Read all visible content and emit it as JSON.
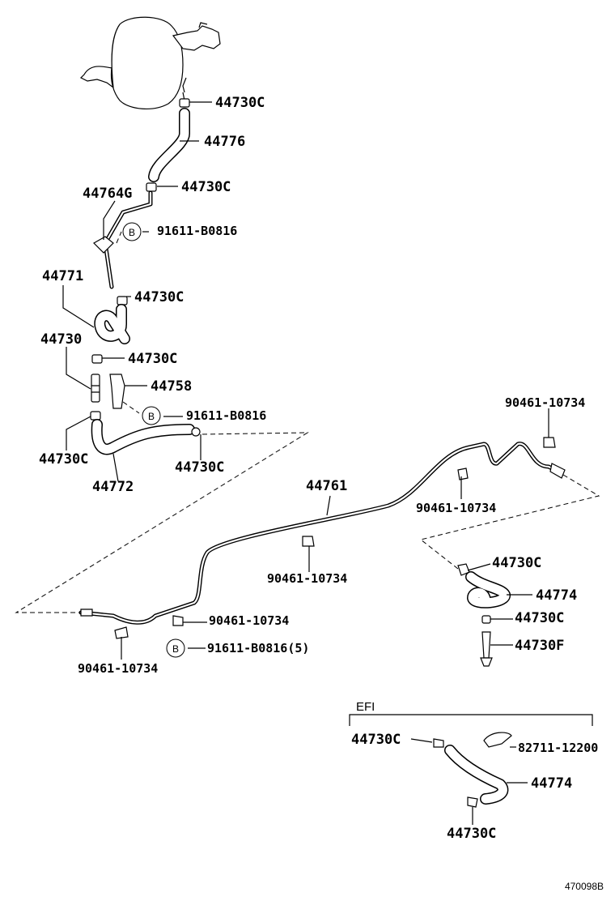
{
  "labels": {
    "clamp_top": "44730C",
    "hose_44776": "44776",
    "clamp_2": "44730C",
    "bracket_44764g": "44764G",
    "bolt_1": "91611-B0816",
    "hose_44771": "44771",
    "clamp_3": "44730C",
    "valve_44730": "44730",
    "clamp_4": "44730C",
    "bracket_44758": "44758",
    "bolt_2": "91611-B0816",
    "clamp_5": "44730C",
    "hose_44772": "44772",
    "clamp_6": "44730C",
    "pipe_44761": "44761",
    "clip_1": "90461-10734",
    "clip_2": "90461-10734",
    "clip_3": "90461-10734",
    "clip_4": "90461-10734",
    "bolt_3": "91611-B0816(5)",
    "clip_5": "90461-10734",
    "clamp_7": "44730C",
    "hose_44774": "44774",
    "clamp_8": "44730C",
    "fitting_44730f": "44730F",
    "efi_title": "EFI",
    "efi_clamp_1": "44730C",
    "efi_clamp_bracket": "82711-12200",
    "efi_hose": "44774",
    "efi_clamp_2": "44730C",
    "b_marker": "B",
    "figure_id": "470098B"
  }
}
